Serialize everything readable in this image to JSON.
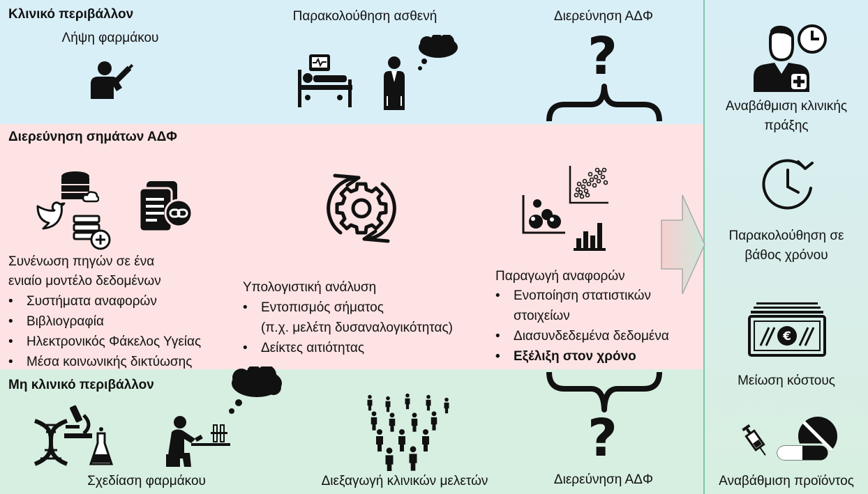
{
  "sections": {
    "clinical": {
      "title": "Κλινικό περιβάλλον",
      "drug_intake": "Λήψη φαρμάκου",
      "patient_monitoring": "Παρακολούθηση ασθενή",
      "adr_investigation": "Διερεύνηση ΑΔΦ"
    },
    "signals": {
      "title": "Διερεύνηση σημάτων ΑΔΦ",
      "merge_line1": "Συνένωση πηγών σε ένα",
      "merge_line2": "ενιαίο μοντέλο δεδομένων",
      "merge_items": [
        "Συστήματα αναφορών",
        "Βιβλιογραφία",
        "Ηλεκτρονικός Φάκελος Υγείας",
        "Μέσα κοινωνικής δικτύωσης"
      ],
      "computational": "Υπολογιστική ανάλυση",
      "computational_item1_line1": "Εντοπισμός σήματος",
      "computational_item1_line2": "(π.χ. μελέτη δυσαναλογικότητας)",
      "computational_item2": "Δείκτες αιτιότητας",
      "reports": "Παραγωγή αναφορών",
      "reports_item1_line1": "Ενοποίηση στατιστικών",
      "reports_item1_line2": "στοιχείων",
      "reports_item2": "Διασυνδεδεμένα δεδομένα",
      "reports_item3": "Εξέλιξη στον χρόνο"
    },
    "nonclinical": {
      "title": "Μη κλινικό περιβάλλον",
      "drug_design": "Σχεδίαση φαρμάκου",
      "clinical_trials": "Διεξαγωγή κλινικών μελετών",
      "adr_investigation": "Διερεύνηση ΑΔΦ"
    },
    "outcomes": {
      "practice_line1": "Αναβάθμιση κλινικής",
      "practice_line2": "πράξης",
      "monitoring_line1": "Παρακολούθηση σε",
      "monitoring_line2": "βάθος χρόνου",
      "cost": "Μείωση κόστους",
      "product": "Αναβάθμιση προϊόντος"
    }
  },
  "colors": {
    "clinical_bg": "#d9eff8",
    "signals_bg": "#fde3e3",
    "nonclinical_bg": "#d7efe1",
    "outcomes_bg": "#d9eee8",
    "icon": "#111111"
  },
  "icons": [
    "injection-icon",
    "hospital-bed-icon",
    "doctor-icon",
    "thought-cloud-icon",
    "question-mark-icon",
    "brace-icon",
    "database-icon",
    "bird-icon",
    "books-icon",
    "document-link-icon",
    "gear-cycle-icon",
    "scatter-chart-icon",
    "bubble-chart-icon",
    "bar-chart-icon",
    "arrow-icon",
    "dna-icon",
    "microscope-icon",
    "flask-icon",
    "scientist-icon",
    "crowd-icon",
    "doctor-clock-icon",
    "history-clock-icon",
    "money-icon",
    "syringe-icon",
    "pill-icon"
  ]
}
